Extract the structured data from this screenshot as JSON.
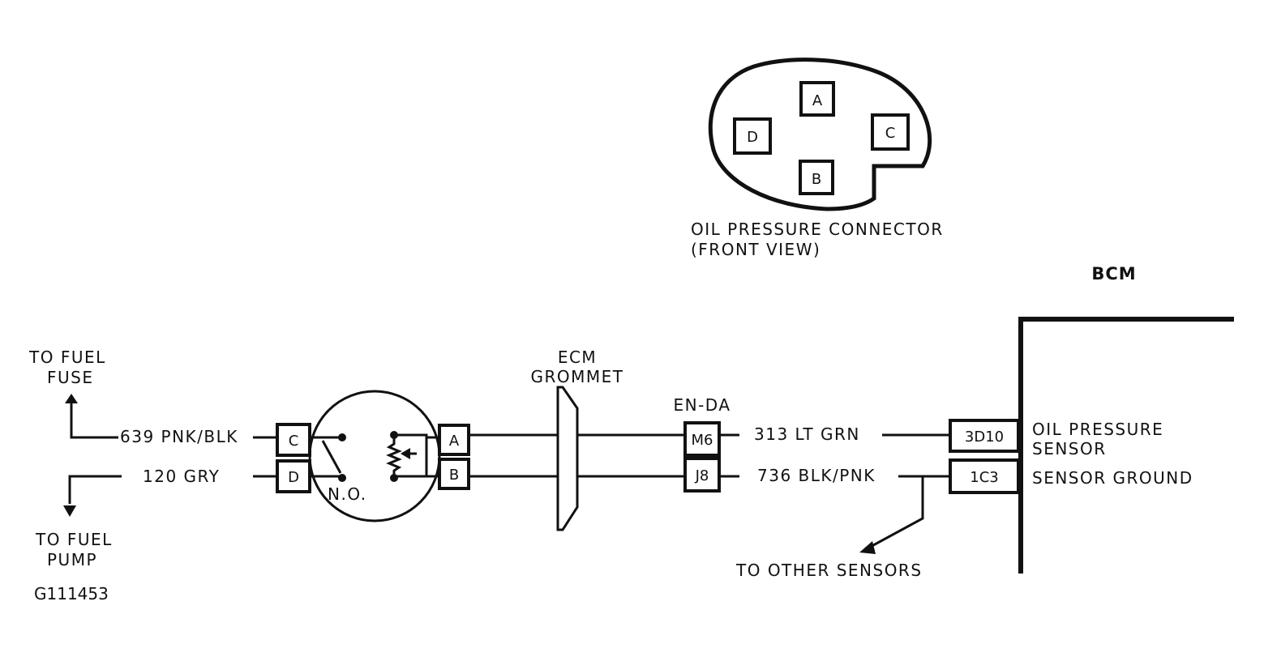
{
  "diagram": {
    "connector_view": {
      "title": "OIL PRESSURE CONNECTOR",
      "subtitle": "(FRONT VIEW)",
      "pins": [
        "A",
        "B",
        "C",
        "D"
      ]
    },
    "bcm_label": "BCM",
    "to_fuel_fuse": [
      "TO FUEL",
      "FUSE"
    ],
    "to_fuel_pump": [
      "TO FUEL",
      "PUMP"
    ],
    "wire_top_left": "639 PNK/BLK",
    "wire_bottom_left": "120 GRY",
    "switch_pins": [
      "C",
      "D"
    ],
    "normally_open": "N.O.",
    "sensor_pins": [
      "A",
      "B"
    ],
    "grommet_label": [
      "ECM",
      "GROMMET"
    ],
    "inline_connector_label": "EN-DA",
    "inline_pins": [
      "M6",
      "J8"
    ],
    "wire_top_right": "313 LT GRN",
    "wire_bottom_right": "736 BLK/PNK",
    "bcm_pins": [
      "3D10",
      "1C3"
    ],
    "bcm_func_top": [
      "OIL PRESSURE",
      "SENSOR"
    ],
    "bcm_func_bottom": "SENSOR GROUND",
    "to_other_sensors": "TO OTHER SENSORS",
    "figure_id": "G111453"
  }
}
